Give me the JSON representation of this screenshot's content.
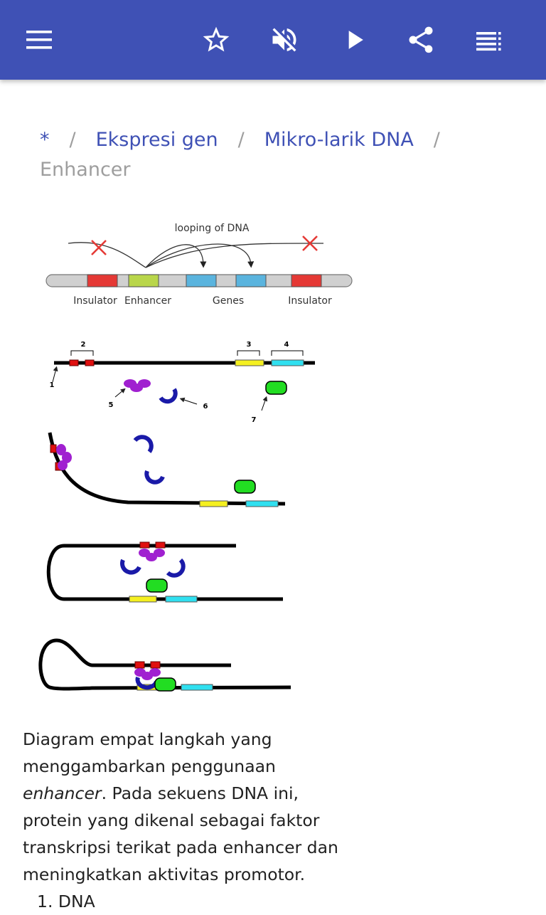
{
  "toolbar": {
    "icons": [
      "menu-icon",
      "star-icon",
      "volume-off-icon",
      "play-icon",
      "share-icon",
      "playlist-icon"
    ],
    "background": "#3f51b5"
  },
  "breadcrumb": {
    "items": [
      "*",
      "Ekspresi gen",
      "Mikro-larik DNA"
    ],
    "separator": "/",
    "current": "Enhancer"
  },
  "figure": {
    "top": {
      "title": "looping of DNA",
      "labels": [
        "Insulator",
        "Enhancer",
        "Genes",
        "Insulator"
      ]
    },
    "bottom": {
      "numbers": [
        "1",
        "2",
        "3",
        "4",
        "5",
        "6",
        "7"
      ]
    }
  },
  "caption": {
    "part1": "Diagram empat langkah yang menggambarkan penggunaan ",
    "italic": "enhancer",
    "part2": ". Pada sekuens DNA ini, protein yang dikenal sebagai faktor transkripsi terikat pada enhancer dan meningkatkan aktivitas promotor."
  },
  "list": {
    "items": [
      "1. DNA"
    ]
  }
}
